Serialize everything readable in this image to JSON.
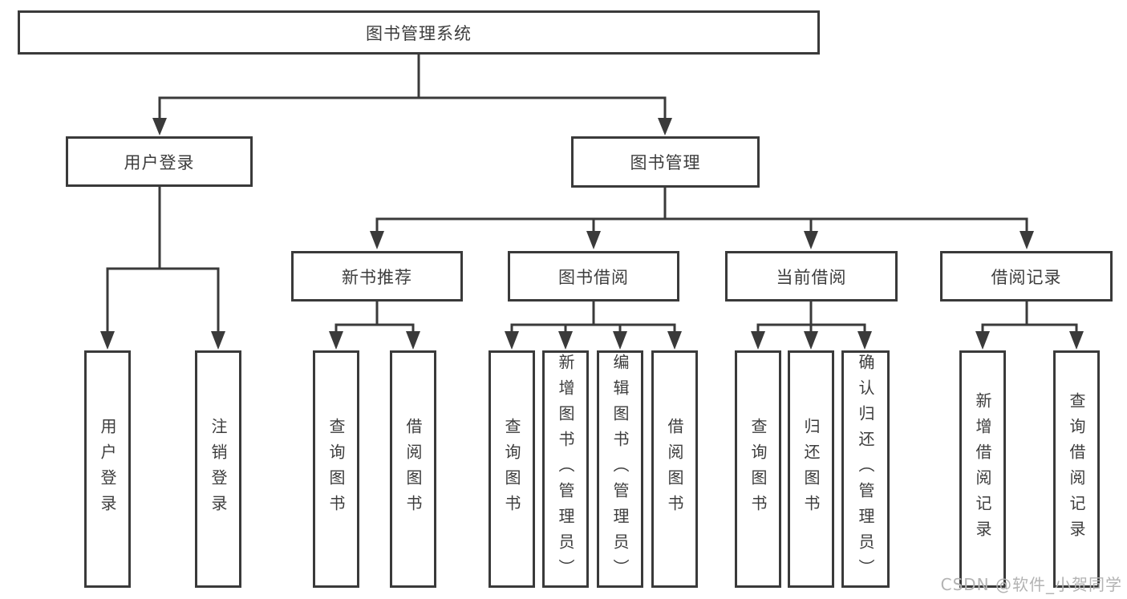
{
  "tree": {
    "label": "图书管理系统",
    "children": [
      {
        "label": "用户登录",
        "children": [
          {
            "label": "用户登录"
          },
          {
            "label": "注销登录"
          }
        ]
      },
      {
        "label": "图书管理",
        "children": [
          {
            "label": "新书推荐",
            "children": [
              {
                "label": "查询图书"
              },
              {
                "label": "借阅图书"
              }
            ]
          },
          {
            "label": "图书借阅",
            "children": [
              {
                "label": "查询图书"
              },
              {
                "label": "新增图书（管理员）"
              },
              {
                "label": "编辑图书（管理员）"
              },
              {
                "label": "借阅图书"
              }
            ]
          },
          {
            "label": "当前借阅",
            "children": [
              {
                "label": "查询图书"
              },
              {
                "label": "归还图书"
              },
              {
                "label": "确认归还（管理员）"
              }
            ]
          },
          {
            "label": "借阅记录",
            "children": [
              {
                "label": "新增借阅记录"
              },
              {
                "label": "查询借阅记录"
              }
            ]
          }
        ]
      }
    ]
  },
  "watermark": "CSDN @软件_小贺同学",
  "colors": {
    "line": "#3a3a3a",
    "text": "#3d3d3d",
    "box_background": "#ffffff",
    "watermark": "#b3b3b3"
  }
}
